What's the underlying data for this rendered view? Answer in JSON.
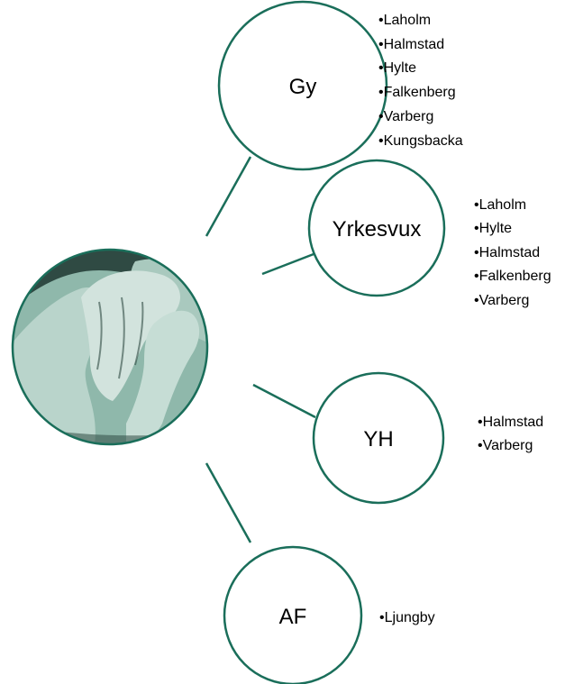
{
  "colors": {
    "stroke": "#1a6e5a",
    "photo_tint": "#8fb8ab",
    "photo_dark": "#2f4a43",
    "photo_mid": "#a9c9be",
    "bullet": "#000000"
  },
  "center": {
    "image": "hands-photo",
    "description_icon": "holding-hands-image"
  },
  "nodes": [
    {
      "label": "Gy",
      "items": [
        "Laholm",
        "Halmstad",
        "Hylte",
        "Falkenberg",
        "Varberg",
        "Kungsbacka"
      ]
    },
    {
      "label": "Yrkesvux",
      "items": [
        "Laholm",
        "Hylte",
        "Halmstad",
        "Falkenberg",
        "Varberg"
      ]
    },
    {
      "label": "YH",
      "items": [
        "Halmstad",
        "Varberg"
      ]
    },
    {
      "label": "AF",
      "items": [
        "Ljungby"
      ]
    }
  ]
}
